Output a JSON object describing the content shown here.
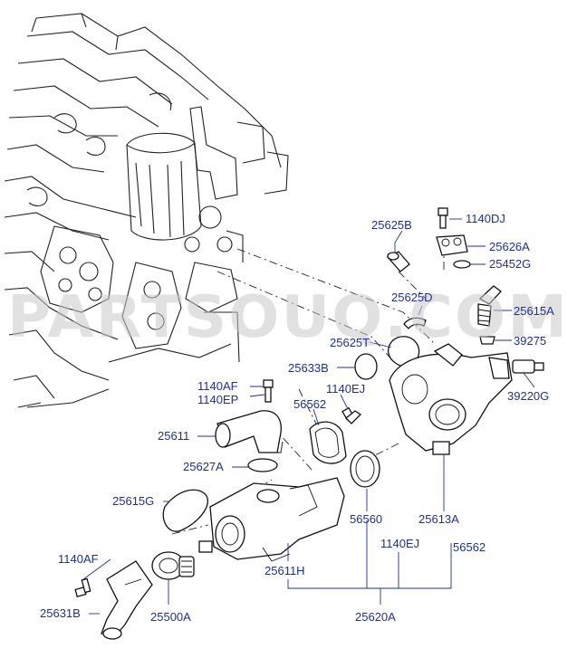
{
  "watermark": "PARTSOUQ.COM",
  "callouts": {
    "c25625B": "25625B",
    "c1140DJ": "1140DJ",
    "c25626A": "25626A",
    "c25452G": "25452G",
    "c25625D": "25625D",
    "c25615A": "25615A",
    "c39275": "39275",
    "c25625T": "25625T",
    "c25633B": "25633B",
    "c39220G": "39220G",
    "c1140AF_top": "1140AF",
    "c1140EP": "1140EP",
    "c1140EJ_top": "1140EJ",
    "c56562_top": "56562",
    "c25611": "25611",
    "c25627A": "25627A",
    "c25615G": "25615G",
    "c56560": "56560",
    "c25613A": "25613A",
    "c1140AF_bot": "1140AF",
    "c1140EJ_bot": "1140EJ",
    "c56562_bot": "56562",
    "c25611H": "25611H",
    "c25631B": "25631B",
    "c25500A": "25500A",
    "c25620A": "25620A"
  }
}
